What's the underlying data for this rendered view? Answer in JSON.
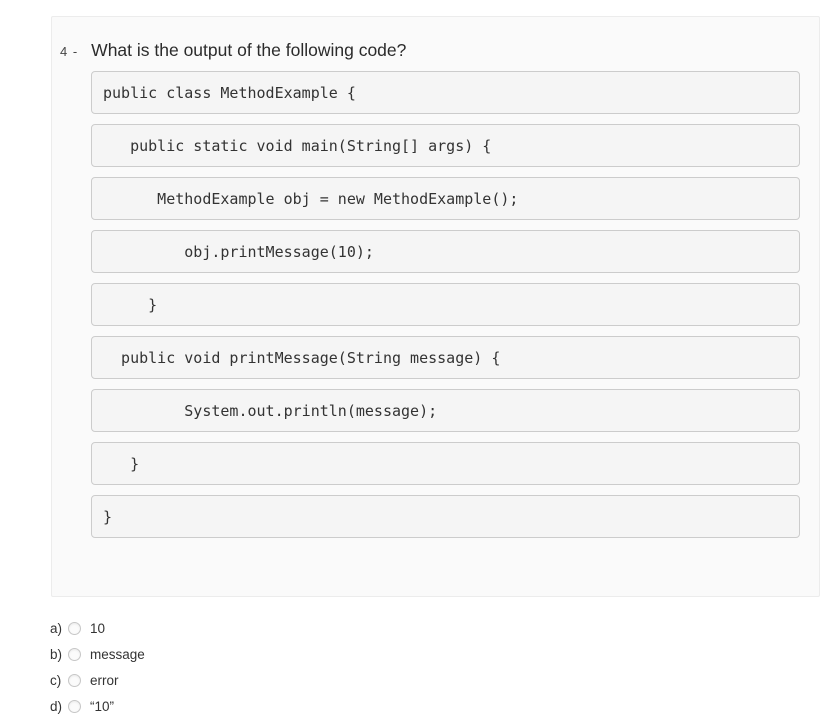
{
  "question": {
    "number_label": "4 -",
    "text": "What is the output of the following code?",
    "code_lines": [
      "public class MethodExample {",
      "   public static void main(String[] args) {",
      "      MethodExample obj = new MethodExample();",
      "         obj.printMessage(10);",
      "     }",
      "  public void printMessage(String message) {",
      "         System.out.println(message);",
      "   }",
      "}"
    ]
  },
  "options": [
    {
      "letter": "a)",
      "text": "10",
      "selected": false
    },
    {
      "letter": "b)",
      "text": "message",
      "selected": false
    },
    {
      "letter": "c)",
      "text": "error",
      "selected": false
    },
    {
      "letter": "d)",
      "text": "“10”",
      "selected": false
    }
  ],
  "colors": {
    "card_background": "#fafafa",
    "card_border": "#ececec",
    "code_box_background": "#f5f5f5",
    "code_box_border": "#cccccc",
    "text": "#333333"
  }
}
